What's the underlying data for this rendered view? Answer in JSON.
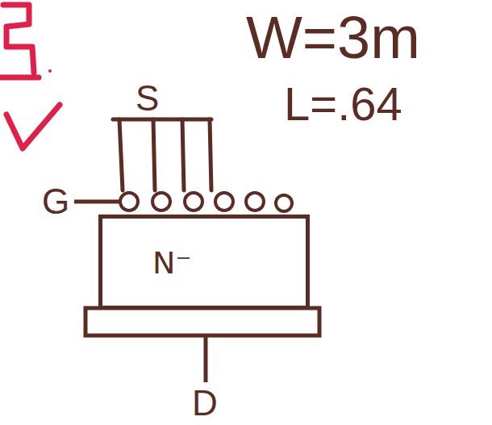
{
  "diagram": {
    "nodes": [
      {
        "text": [
          "N⁻"
        ]
      }
    ],
    "labels": [
      "S",
      "W=3m",
      "L=.64",
      "G",
      "D"
    ]
  }
}
